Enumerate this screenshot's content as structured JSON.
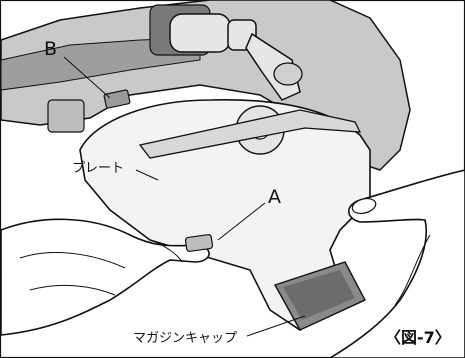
{
  "labels": {
    "b": "B",
    "a": "A",
    "plate": "プレート",
    "magazine_cap": "マガジンキャップ",
    "figure_id": "〈図-7〉"
  },
  "colors": {
    "ink": "#111111",
    "machine_body": "#c9c9c9",
    "machine_dark": "#7a7a7a",
    "cap_light": "#f3f3f3",
    "skin": "#ffffff",
    "background": "#ffffff"
  }
}
